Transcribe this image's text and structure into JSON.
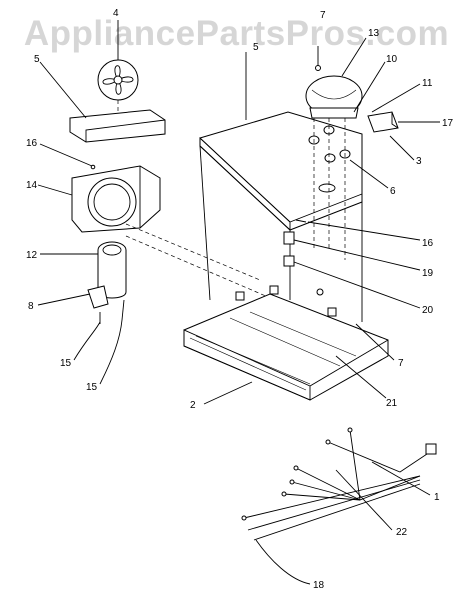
{
  "watermark": "AppliancePartsPros.com",
  "callouts": {
    "fan_blade": "4",
    "fan_shroud": "5",
    "liner_left": "16",
    "fan_housing": "14",
    "fan_motor": "12",
    "motor_bracket": "8",
    "screws_lower": "15",
    "screws_lower_2": "15",
    "compressor_bolt": "7",
    "compressor": "13",
    "cabinet_top": "5",
    "mount_10": "10",
    "relay_11": "11",
    "overload_17": "17",
    "relay_3": "3",
    "grommet_6": "6",
    "wire_16": "16",
    "connector_19": "19",
    "screw_20": "20",
    "bolt_7": "7",
    "base_pan": "2",
    "drain_21": "21",
    "harness_1": "1",
    "harness_22": "22",
    "harness_18": "18"
  }
}
